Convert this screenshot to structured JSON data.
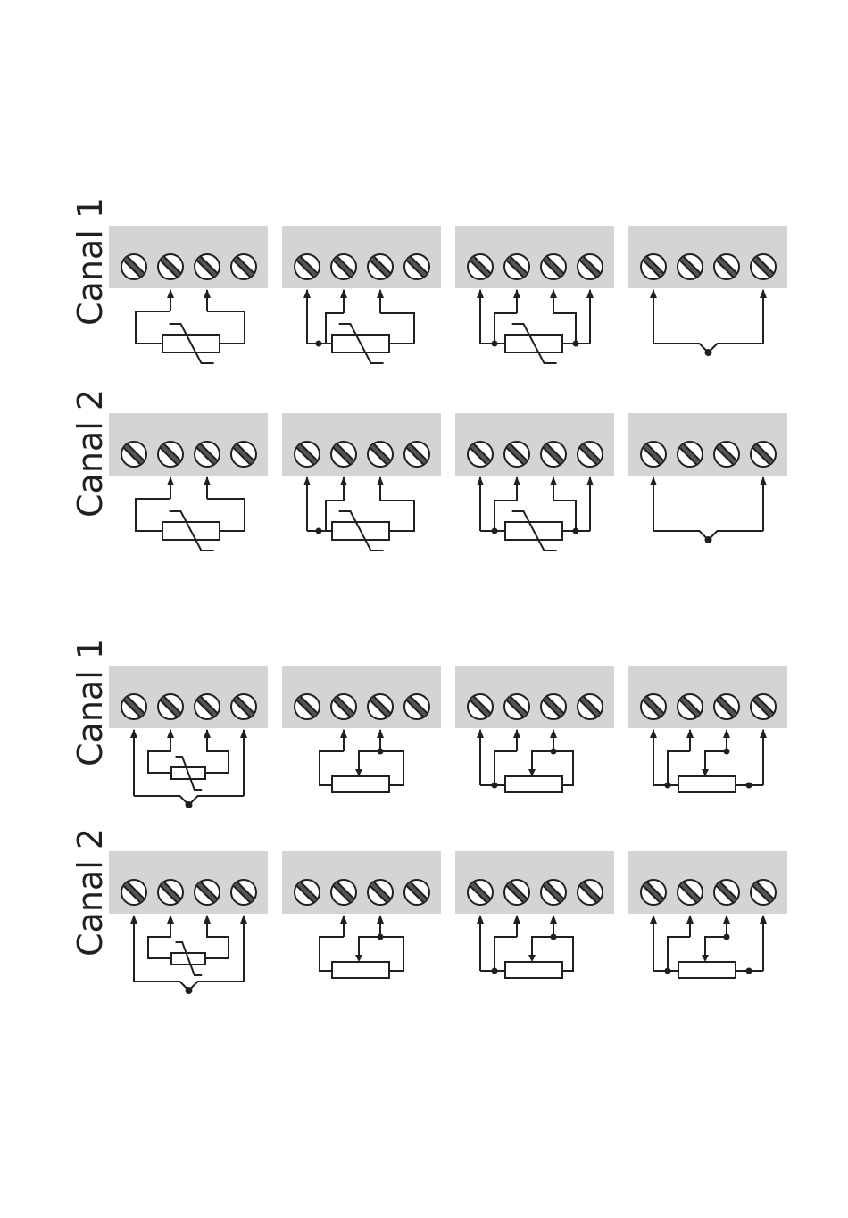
{
  "channel_labels": [
    "Canal 1",
    "Canal 2",
    "Canal 1",
    "Canal 2"
  ],
  "colors": {
    "terminal_block": "#d4d4d4",
    "line": "#231f20",
    "screw_face": "#ffffff",
    "screw_slot": "#555555",
    "background": "#ffffff"
  },
  "rows": [
    {
      "channel": "Canal 1",
      "diagrams": [
        "thermistor-2-wire",
        "thermistor-3-wire",
        "thermistor-4-wire",
        "thermocouple"
      ]
    },
    {
      "channel": "Canal 2",
      "diagrams": [
        "thermistor-2-wire",
        "thermistor-3-wire",
        "thermistor-4-wire",
        "thermocouple"
      ]
    },
    {
      "channel": "Canal 1",
      "diagrams": [
        "thermistor-differential",
        "potentiometer-3-wire",
        "potentiometer-4-wire",
        "potentiometer-5-wire"
      ]
    },
    {
      "channel": "Canal 2",
      "diagrams": [
        "thermistor-differential",
        "potentiometer-3-wire",
        "potentiometer-4-wire",
        "potentiometer-5-wire"
      ]
    }
  ],
  "icons": [
    "screw-terminal-icon",
    "thermistor-icon",
    "thermocouple-junction-icon",
    "potentiometer-icon",
    "arrow-icon",
    "junction-dot-icon"
  ]
}
